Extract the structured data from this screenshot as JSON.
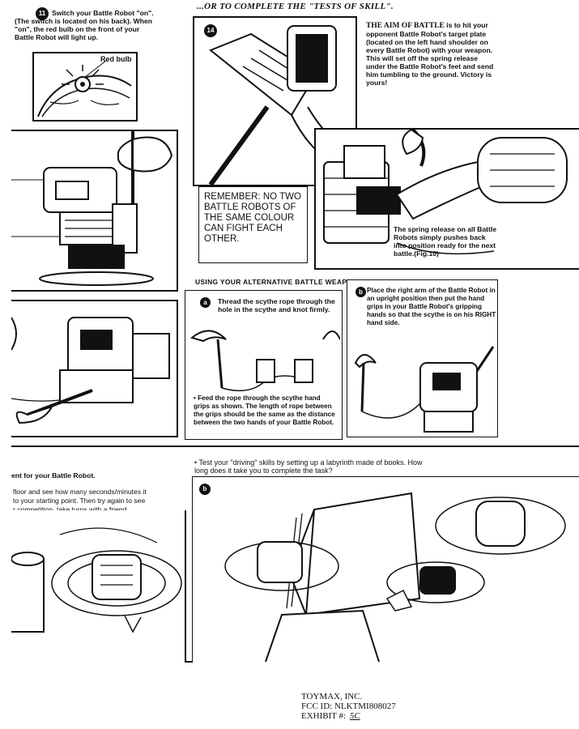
{
  "header": {
    "top_heading": "...OR TO COMPLETE THE \"TESTS OF SKILL\"."
  },
  "step11": {
    "number": "11",
    "text": "Switch your Battle Robot \"on\". (The switch is located on his back). When \"on\", the red bulb on the front of your Battle Robot will light up.",
    "callout": "Red bulb"
  },
  "step14": {
    "number": "14"
  },
  "aim": {
    "lead": "THE AIM OF BATTLE",
    "text": "is to hit your opponent Battle Robot's target plate (located on the left hand shoulder on every Battle Robot) with your weapon. This will set off the spring release under the Battle Robot's feet and send him tumbling to the ground. Victory is yours!"
  },
  "remember": {
    "text": "REMEMBER: NO TWO BATTLE ROBOTS OF THE SAME COLOUR CAN FIGHT EACH OTHER."
  },
  "spring": {
    "text": "The spring release on all Battle Robots simply pushes back into position ready for the next battle.(Fig.10)"
  },
  "alt_weapon": {
    "heading": "USING YOUR ALTERNATIVE BATTLE WEAPON.",
    "step_a_label": "a",
    "step_a_text": "Thread the scythe rope through the hole in the scythe and knot firmly.",
    "feed_text": "• Feed the rope through the scythe hand grips as shown. The length of rope between the grips should be the same as the distance between the two hands of your Battle Robot.",
    "step_b_label": "b",
    "step_b_text": "Place the right arm of the Battle Robot in an upright position then put the hand grips in your Battle Robot's gripping hands so that the scythe is on his RIGHT hand side."
  },
  "driving": {
    "left_line1": "ent for your Battle Robot.",
    "left_line2": "floor and see how many seconds/minutes it",
    "left_line3": "to your starting point. Then try again to see",
    "left_line4": "r competition, take turns with a friend.",
    "right_text": "• Test your \"driving\" skills by setting up a labyrinth made of books. How long does it take you to complete the task?",
    "step_label": "b"
  },
  "footer": {
    "company": "TOYMAX, INC.",
    "fcc_id": "FCC ID:  NLKTMI808027",
    "exhibit": "EXHIBIT #:",
    "exhibit_hand": "5C"
  }
}
